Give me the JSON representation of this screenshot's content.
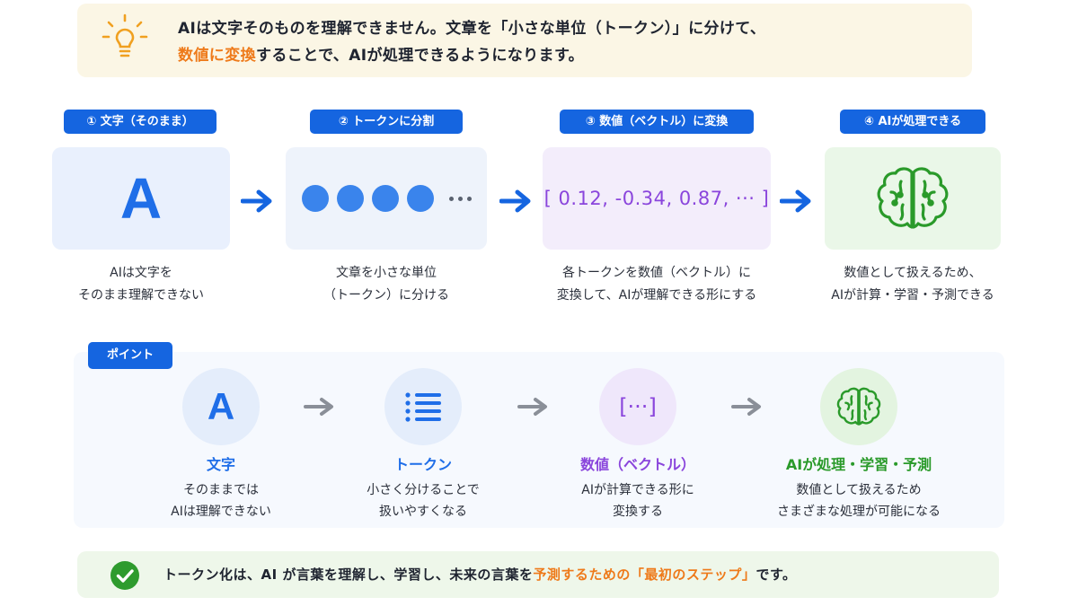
{
  "banner": {
    "icon": "lightbulb-icon",
    "line1": "AIは文字そのものを理解できません。文章を「小さな単位（トークン）」に分けて、",
    "line2_accent": "数値に変換",
    "line2_rest": "することで、AIが処理できるようになります。"
  },
  "steps": [
    {
      "badge": "① 文字（そのまま）",
      "box_text": "A",
      "caption_line1": "AIは文字を",
      "caption_line2": "そのまま理解できない"
    },
    {
      "badge": "② トークンに分割",
      "caption_line1": "文章を小さな単位",
      "caption_line2": "（トークン）に分ける"
    },
    {
      "badge": "③ 数値（ベクトル）に変換",
      "box_text": "[ 0.12, -0.34, 0.87, ··· ]",
      "caption_line1": "各トークンを数値（ベクトル）に",
      "caption_line2": "変換して、AIが理解できる形にする"
    },
    {
      "badge": "④ AIが処理できる",
      "caption_line1": "数値として扱えるため、",
      "caption_line2": "AIが計算・学習・予測できる"
    }
  ],
  "point": {
    "badge": "ポイント",
    "items": [
      {
        "circle_text": "A",
        "title": "文字",
        "desc_line1": "そのままでは",
        "desc_line2": "AIは理解できない"
      },
      {
        "icon": "list-icon",
        "title": "トークン",
        "desc_line1": "小さく分けることで",
        "desc_line2": "扱いやすくなる"
      },
      {
        "circle_text": "[···]",
        "title": "数値（ベクトル）",
        "desc_line1": "AIが計算できる形に",
        "desc_line2": "変換する"
      },
      {
        "icon": "brain-icon",
        "title": "AIが処理・学習・予測",
        "desc_line1": "数値として扱えるため",
        "desc_line2": "さまざまな処理が可能になる"
      }
    ]
  },
  "footer": {
    "icon": "check-circle-icon",
    "text_main": "トークン化は、AI が言葉を理解し、学習し、未来の言葉を",
    "text_accent": "予測するための「最初のステップ」",
    "text_end": "です。"
  },
  "colors": {
    "primary_blue": "#1565e0",
    "accent_orange": "#ee7a1a",
    "vector_purple": "#8a45dc",
    "brain_green": "#2a9a2a"
  }
}
